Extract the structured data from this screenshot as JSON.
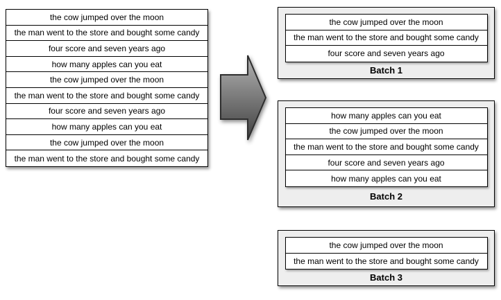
{
  "source_list": {
    "items": [
      "the cow jumped over the moon",
      "the man went to the store and bought some candy",
      "four score and seven years ago",
      "how many apples can you eat",
      "the cow jumped over the moon",
      "the man went to the store and bought some candy",
      "four score and seven years ago",
      "how many apples can you eat",
      "the cow jumped over the moon",
      "the man went to the store and bought some candy"
    ]
  },
  "batches": [
    {
      "label": "Batch 1",
      "items": [
        "the cow jumped over the moon",
        "the man went to the store and bought some candy",
        "four score and seven years ago"
      ]
    },
    {
      "label": "Batch 2",
      "items": [
        "how many apples can you eat",
        "the cow jumped over the moon",
        "the man went to the store and bought some candy",
        "four score and seven years ago",
        "how many apples can you eat"
      ]
    },
    {
      "label": "Batch 3",
      "items": [
        "the cow jumped over the moon",
        "the man went to the store and bought some candy"
      ]
    }
  ],
  "colors": {
    "batch_background": "#eeeeee",
    "row_background": "#ffffff",
    "border": "#000000",
    "text": "#000000",
    "arrow_top": "#b3b3b3",
    "arrow_bottom": "#404040",
    "arrow_stroke": "#2e2e2e"
  }
}
